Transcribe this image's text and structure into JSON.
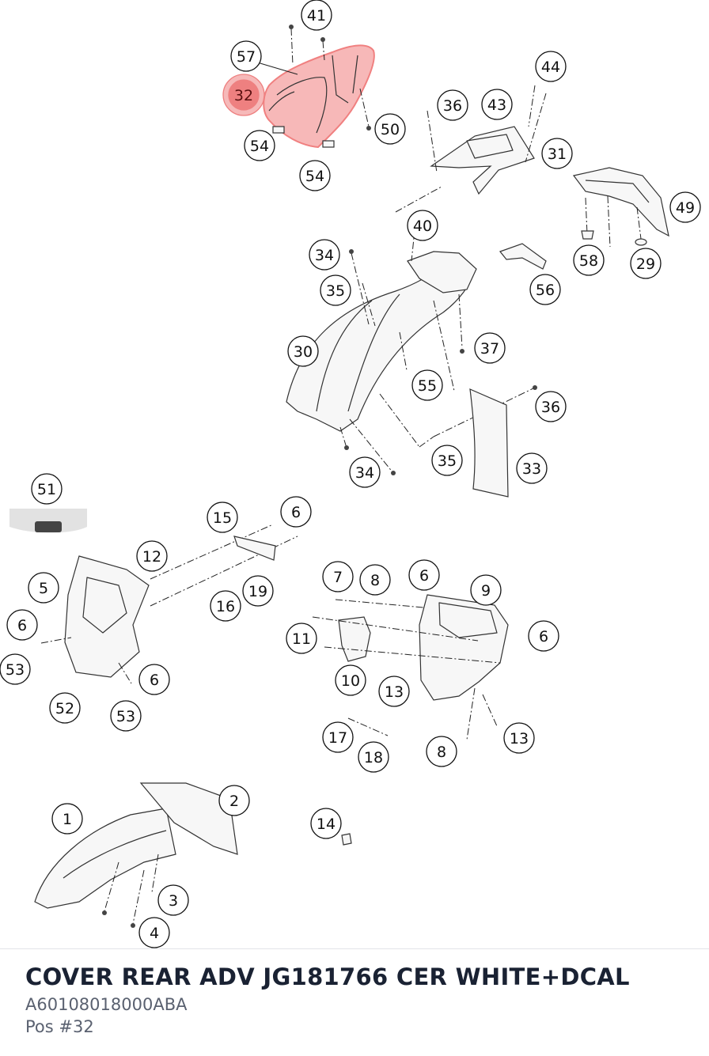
{
  "diagram": {
    "selected_callout": "32",
    "highlight_color": "#f08080",
    "callouts": [
      "41",
      "57",
      "32",
      "54",
      "54",
      "50",
      "44",
      "36",
      "43",
      "31",
      "49",
      "58",
      "29",
      "40",
      "34",
      "35",
      "56",
      "37",
      "30",
      "55",
      "36",
      "35",
      "33",
      "34",
      "51",
      "15",
      "6",
      "12",
      "5",
      "6",
      "19",
      "16",
      "53",
      "6",
      "52",
      "53",
      "7",
      "8",
      "6",
      "9",
      "11",
      "6",
      "10",
      "13",
      "17",
      "18",
      "8",
      "13",
      "1",
      "2",
      "14",
      "3",
      "4"
    ]
  },
  "footer": {
    "title": "COVER REAR ADV JG181766 CER WHITE+DCAL",
    "part_number": "A60108018000ABA",
    "position": "Pos #32"
  }
}
